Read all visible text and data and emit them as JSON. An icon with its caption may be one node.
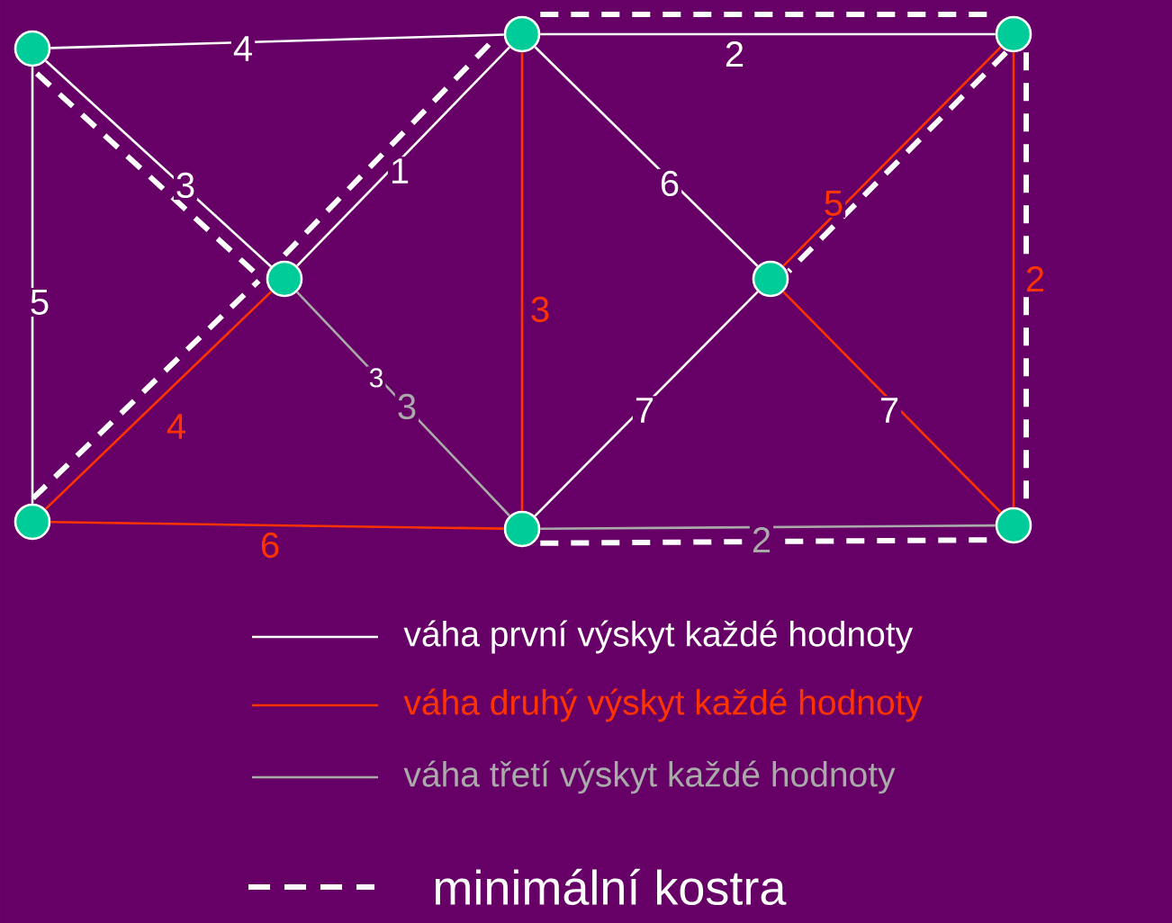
{
  "diagram": {
    "nodes": [
      {
        "text": [],
        "shape": "circle"
      },
      {
        "text": [],
        "shape": "circle"
      },
      {
        "text": [],
        "shape": "circle"
      },
      {
        "text": [],
        "shape": "circle"
      },
      {
        "text": [],
        "shape": "circle"
      },
      {
        "text": [],
        "shape": "circle"
      },
      {
        "text": [],
        "shape": "circle"
      },
      {
        "text": [],
        "shape": "circle"
      }
    ],
    "edges": [
      {
        "from": 0,
        "to": 1,
        "arrow": "none",
        "label": "4"
      },
      {
        "from": 0,
        "to": 3,
        "arrow": "none",
        "label": "3"
      },
      {
        "from": 0,
        "to": 5,
        "arrow": "none",
        "label": "5"
      },
      {
        "from": 1,
        "to": 3,
        "arrow": "none",
        "label": "1"
      },
      {
        "from": 1,
        "to": 2,
        "arrow": "none",
        "label": "2"
      },
      {
        "from": 1,
        "to": 4,
        "arrow": "none",
        "label": "6"
      },
      {
        "from": 1,
        "to": 6,
        "arrow": "none",
        "label": "3",
        "color": "#ff3300"
      },
      {
        "from": 2,
        "to": 4,
        "arrow": "none",
        "label": "5",
        "color": "#ff3300"
      },
      {
        "from": 2,
        "to": 7,
        "arrow": "none",
        "label": "2",
        "color": "#ff3300"
      },
      {
        "from": 3,
        "to": 5,
        "arrow": "none",
        "label": "4",
        "color": "#ff3300"
      },
      {
        "from": 3,
        "to": 6,
        "arrow": "none",
        "label": "3",
        "color": "#aaaaaa"
      },
      {
        "from": 4,
        "to": 6,
        "arrow": "none",
        "label": "7"
      },
      {
        "from": 4,
        "to": 7,
        "arrow": "none",
        "label": "7",
        "color": "#ff3300"
      },
      {
        "from": 5,
        "to": 6,
        "arrow": "none",
        "label": "6",
        "color": "#ff3300"
      },
      {
        "from": 6,
        "to": 7,
        "arrow": "none",
        "label": "2",
        "color": "#aaaaaa"
      },
      {
        "from": 0,
        "to": 3,
        "arrow": "none",
        "style": "dashed"
      },
      {
        "from": 3,
        "to": 1,
        "arrow": "none",
        "style": "dashed"
      },
      {
        "from": 5,
        "to": 3,
        "arrow": "none",
        "style": "dashed"
      },
      {
        "from": 1,
        "to": 2,
        "arrow": "none",
        "style": "dashed"
      },
      {
        "from": 2,
        "to": 7,
        "arrow": "none",
        "style": "dashed"
      },
      {
        "from": 6,
        "to": 7,
        "arrow": "none",
        "style": "dashed"
      },
      {
        "from": 2,
        "to": 4,
        "arrow": "none",
        "style": "dashed"
      }
    ],
    "labels": [
      "3"
    ],
    "legend": [
      {
        "text": "váha první výskyt každé hodnoty"
      },
      {
        "text": "váha druhý výskyt každé hodnoty"
      },
      {
        "text": "váha třetí výskyt každé hodnoty"
      },
      {
        "text": "minimální kostra"
      }
    ]
  }
}
